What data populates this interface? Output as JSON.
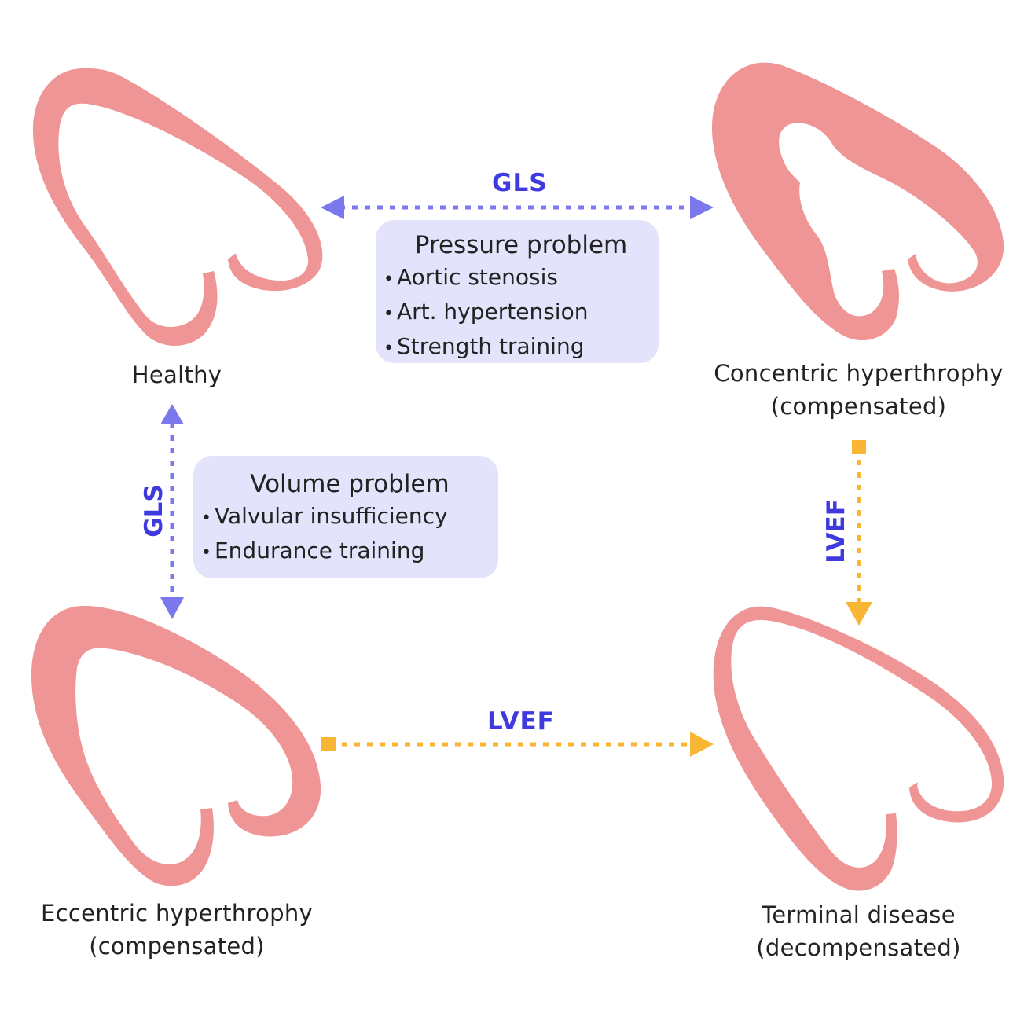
{
  "colors": {
    "heart": "#ef9595",
    "gls_arrow": "#7b78ee",
    "gls_text": "#3f3ae0",
    "lvef_arrow": "#f9b634",
    "lvef_text": "#3f3ae0",
    "box_bg": "#e3e3fb"
  },
  "states": {
    "healthy": "Healthy",
    "concentric": [
      "Concentric hyperthrophy",
      "(compensated)"
    ],
    "eccentric": [
      "Eccentric hyperthrophy",
      "(compensated)"
    ],
    "terminal": [
      "Terminal disease",
      "(decompensated)"
    ]
  },
  "pressure_box": {
    "title": "Pressure problem",
    "items": [
      "Aortic stenosis",
      "Art. hypertension",
      "Strength training"
    ]
  },
  "volume_box": {
    "title": "Volume problem",
    "items": [
      "Valvular insufficiency",
      "Endurance training"
    ]
  },
  "arrows": {
    "top_label": "GLS",
    "left_label": "GLS",
    "right_label": "LVEF",
    "bottom_label": "LVEF"
  }
}
